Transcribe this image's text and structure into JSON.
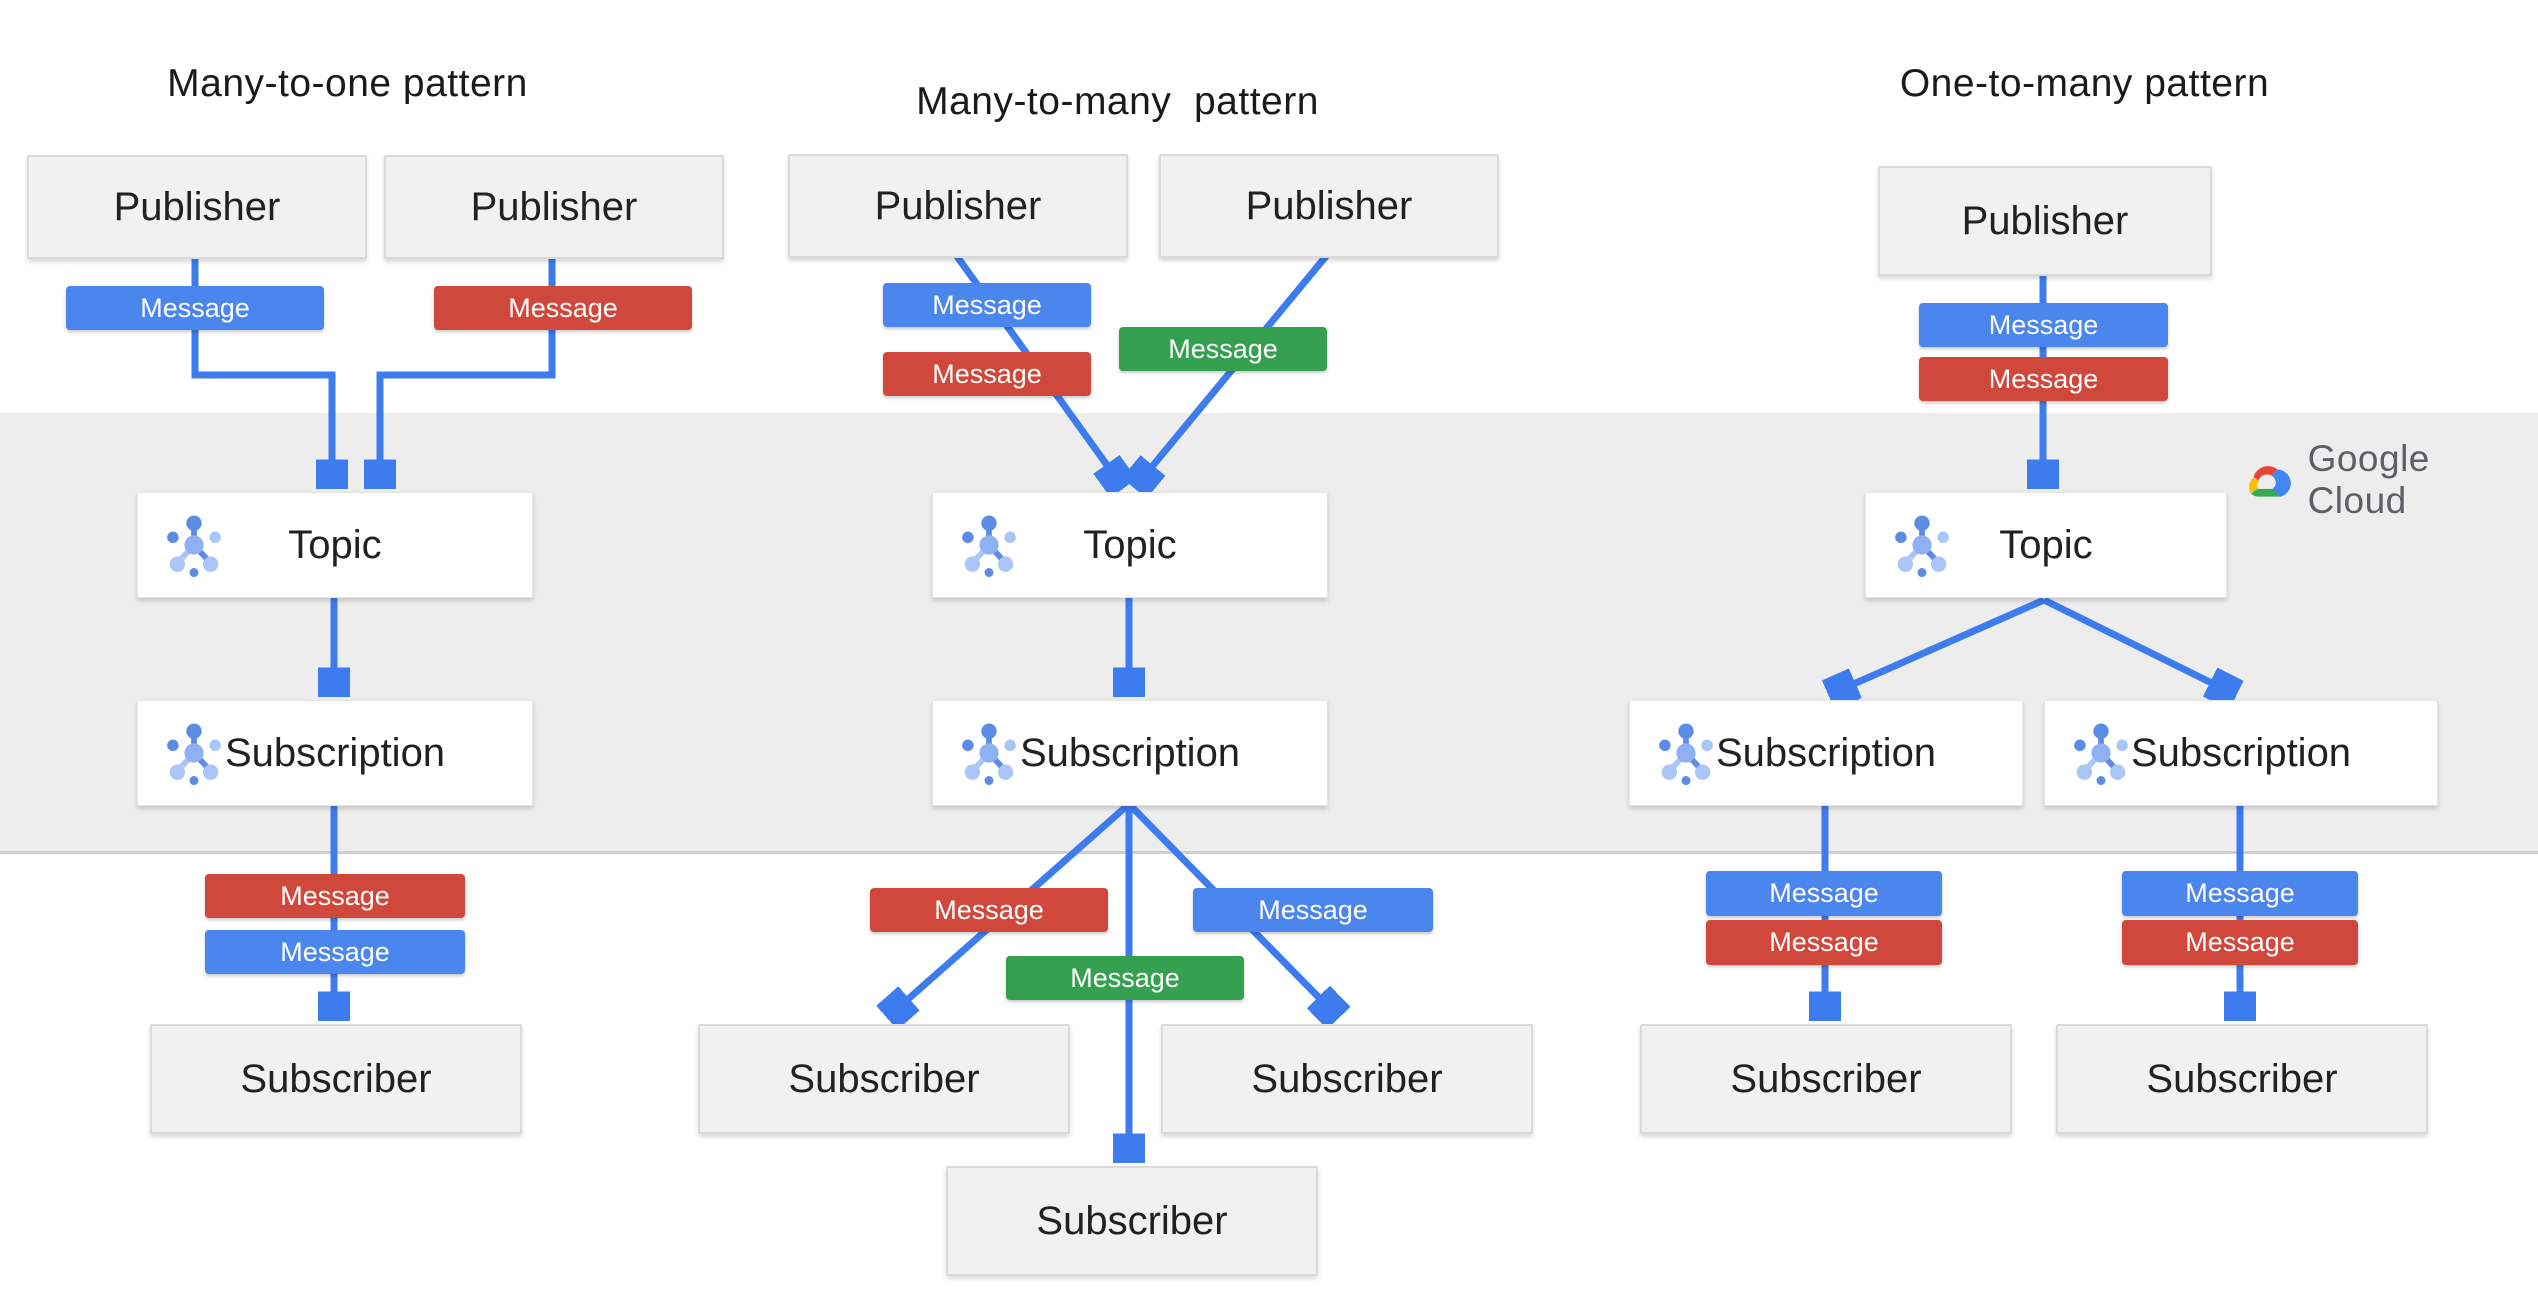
{
  "colors": {
    "message-blue": "#4A86EE",
    "message-red": "#D0473C",
    "message-green": "#35A04F",
    "arrow-blue": "#3D7CEE",
    "band-gray": "#EDEDED",
    "box-gray": "#F1F1F2",
    "box-white": "#FFFFFF",
    "icon-blue-dark": "#5C8DE5",
    "icon-blue-light": "#A9C6F7",
    "wordmark-gray": "#5B6065",
    "cloud-red": "#EA4335",
    "cloud-yellow": "#FBBC04",
    "cloud-green": "#34A853",
    "cloud-blue": "#4285F4"
  },
  "brand": {
    "wordmark": "Google Cloud"
  },
  "patterns": [
    {
      "title": "Many-to-one pattern",
      "publishers": [
        {
          "label": "Publisher"
        },
        {
          "label": "Publisher"
        }
      ],
      "pub_messages": [
        {
          "label": "Message",
          "color": "blue"
        },
        {
          "label": "Message",
          "color": "red"
        }
      ],
      "topic": {
        "label": "Topic",
        "icon": "pubsub-icon"
      },
      "subscriptions": [
        {
          "label": "Subscription",
          "icon": "pubsub-icon"
        }
      ],
      "sub_messages": [
        {
          "label": "Message",
          "color": "red"
        },
        {
          "label": "Message",
          "color": "blue"
        }
      ],
      "subscribers": [
        {
          "label": "Subscriber"
        }
      ]
    },
    {
      "title": "Many-to-many  pattern",
      "publishers": [
        {
          "label": "Publisher"
        },
        {
          "label": "Publisher"
        }
      ],
      "pub_messages": [
        {
          "label": "Message",
          "color": "blue"
        },
        {
          "label": "Message",
          "color": "red"
        },
        {
          "label": "Message",
          "color": "green"
        }
      ],
      "topic": {
        "label": "Topic",
        "icon": "pubsub-icon"
      },
      "subscriptions": [
        {
          "label": "Subscription",
          "icon": "pubsub-icon"
        }
      ],
      "sub_messages": [
        {
          "label": "Message",
          "color": "red"
        },
        {
          "label": "Message",
          "color": "blue"
        },
        {
          "label": "Message",
          "color": "green"
        }
      ],
      "subscribers": [
        {
          "label": "Subscriber"
        },
        {
          "label": "Subscriber"
        },
        {
          "label": "Subscriber"
        }
      ]
    },
    {
      "title": "One-to-many pattern",
      "publishers": [
        {
          "label": "Publisher"
        }
      ],
      "pub_messages": [
        {
          "label": "Message",
          "color": "blue"
        },
        {
          "label": "Message",
          "color": "red"
        }
      ],
      "topic": {
        "label": "Topic",
        "icon": "pubsub-icon"
      },
      "subscriptions": [
        {
          "label": "Subscription",
          "icon": "pubsub-icon"
        },
        {
          "label": "Subscription",
          "icon": "pubsub-icon"
        }
      ],
      "sub_messages": [
        {
          "label": "Message",
          "color": "blue"
        },
        {
          "label": "Message",
          "color": "red"
        },
        {
          "label": "Message",
          "color": "blue"
        },
        {
          "label": "Message",
          "color": "red"
        }
      ],
      "subscribers": [
        {
          "label": "Subscriber"
        },
        {
          "label": "Subscriber"
        }
      ]
    }
  ]
}
